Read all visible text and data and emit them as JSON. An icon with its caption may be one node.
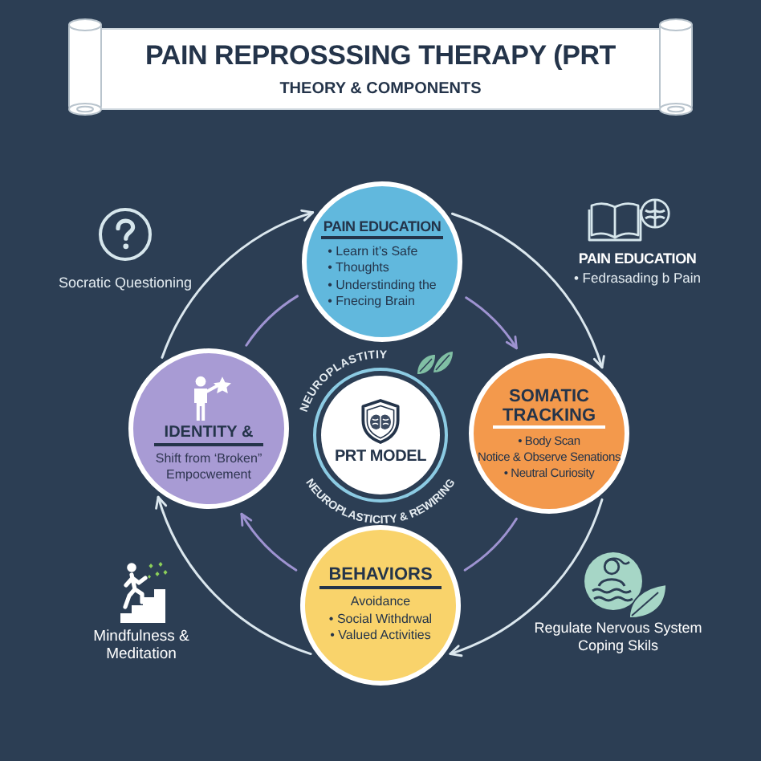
{
  "diagram": {
    "title": "PAIN REPROSSSING THERAPY (PRT",
    "nodes": [
      {
        "text": [
          "PAIN EDUCATION",
          "• Learn it’s Safe",
          "• Thoughts",
          "• Understinding the",
          "• Fnecing Brain"
        ]
      },
      {
        "text": [
          "IDENTITY &",
          "Shift from ‘Broken” Empocwement"
        ]
      },
      {
        "text": [
          "NEUROPLASTITIY",
          "PRT MODEL",
          "NEUROPLASTICITY & REWIRING"
        ]
      },
      {
        "text": [
          "SOMATIC TRACKING",
          "• Body Scan",
          "Notice & Observe Senations",
          "• Neutral Curiosity"
        ]
      },
      {
        "text": [
          "BEHAVIORS",
          "Avoidance",
          "• Social Withdrwal",
          "• Valued Activities"
        ]
      }
    ],
    "edges": [
      {
        "from": 1,
        "to": 0,
        "arrow": "to"
      },
      {
        "from": 1,
        "to": 0,
        "arrow": "none",
        "color": "#9e93d1"
      },
      {
        "from": 0,
        "to": 3,
        "arrow": "to"
      },
      {
        "from": 0,
        "to": 3,
        "arrow": "to",
        "color": "#9e93d1"
      },
      {
        "from": 3,
        "to": 4,
        "arrow": "none",
        "color": "#9e93d1"
      },
      {
        "from": 3,
        "to": 4,
        "arrow": "to"
      },
      {
        "from": 4,
        "to": 1,
        "arrow": "to",
        "color": "#9e93d1"
      },
      {
        "from": 4,
        "to": 1,
        "arrow": "to"
      }
    ],
    "labels": [
      "THEORY & COMPONENTS",
      "Socratic Questioning",
      "PAIN EDUCATION",
      "• Fedrasading b Pain",
      "Mindfulness & Meditation",
      "Regulate Nervous System Coping Skils"
    ]
  }
}
